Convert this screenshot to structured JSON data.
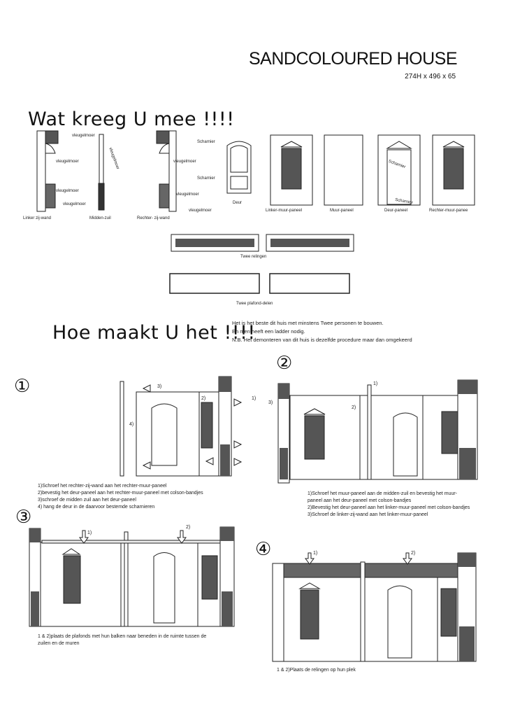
{
  "header": {
    "title": "SANDCOLOURED HOUSE",
    "dimensions": "274H  x 496 x 65"
  },
  "section1": {
    "heading": "Wat kreeg U mee !!!!",
    "parts": {
      "left_wall": "Linker zij-wand",
      "middle_post": "Midden-zuil",
      "right_wall": "Rechter- zij-wand",
      "door": "Deur",
      "left_panel": "Linker-muur-paneel",
      "wall_panel": "Muur-paneel",
      "door_panel": "Deur-paneel",
      "right_panel": "Rechter-muur-panee",
      "railings": "Twee relingen",
      "ceilings": "Twee plafond-delen"
    },
    "callouts": {
      "wingnut": "vleugelmoer",
      "hinge": "Scharnier"
    }
  },
  "section2": {
    "heading": "Hoe maakt U het !!!!",
    "notes": [
      "Het is het beste dit huis met minstens Twee personen te bouwen.",
      " En men heeft een ladder nodig.",
      "N.B. Het demonteren van dit huis is dezelfde procedure maar dan omgekeerd"
    ]
  },
  "steps": [
    {
      "badge": "①",
      "marks": [
        "1)",
        "2)",
        "3)",
        "4)"
      ],
      "caption": [
        "1)Schroef het rechter-zij-wand aan  het rechter-muur-paneel",
        "2)bevestig het deur-paneel aan  het rechter-muur-paneel met colson-bandjes",
        "3)schroef  de midden zuil aan het deur-paneel",
        "4) hang de deur in de daarvoor bestemde scharnieren"
      ]
    },
    {
      "badge": "②",
      "marks": [
        "1)",
        "2)",
        "3)"
      ],
      "caption": [
        "1)Schroef  het muur-paneel aan de midden-zuil en bevestig het muur-",
        "    paneel aan het deur-paneel met colson-bandjes",
        "2)Bevestig het deur-paneel aan  het linker-muur-paneel met colson-bandjes",
        "3)Schroef de linker-zij-wand aan het linker-muur-paneel"
      ]
    },
    {
      "badge": "③",
      "marks": [
        "1)",
        "2)"
      ],
      "caption": [
        "1 & 2)plaats  de plafonds met hun balken  naar beneden in de ruimte tussen de",
        "   zuilen en de muren"
      ]
    },
    {
      "badge": "④",
      "marks": [
        "1)",
        "2)"
      ],
      "caption": [
        "1 & 2)Plaats de relingen op hun plek"
      ]
    }
  ]
}
